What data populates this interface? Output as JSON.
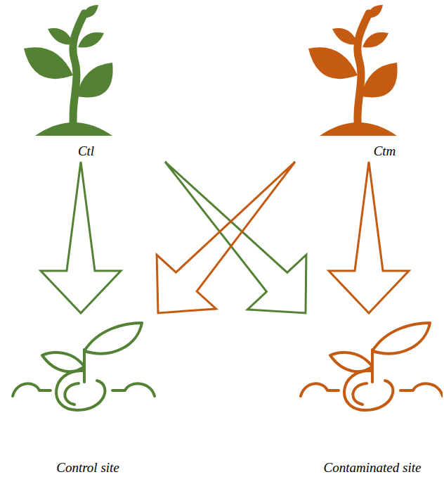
{
  "diagram": {
    "nodes": [
      {
        "text": [
          "Ctl"
        ]
      },
      {
        "text": [
          "Ctm"
        ]
      },
      {
        "text": [
          "Control site"
        ]
      },
      {
        "text": [
          "Contaminated site"
        ]
      }
    ],
    "edges": [
      {
        "from": 0,
        "to": 2,
        "arrow": "to"
      },
      {
        "from": 1,
        "to": 3,
        "arrow": "to"
      },
      {
        "from": 0,
        "to": 3,
        "arrow": "to"
      },
      {
        "from": 1,
        "to": 2,
        "arrow": "to"
      }
    ]
  }
}
